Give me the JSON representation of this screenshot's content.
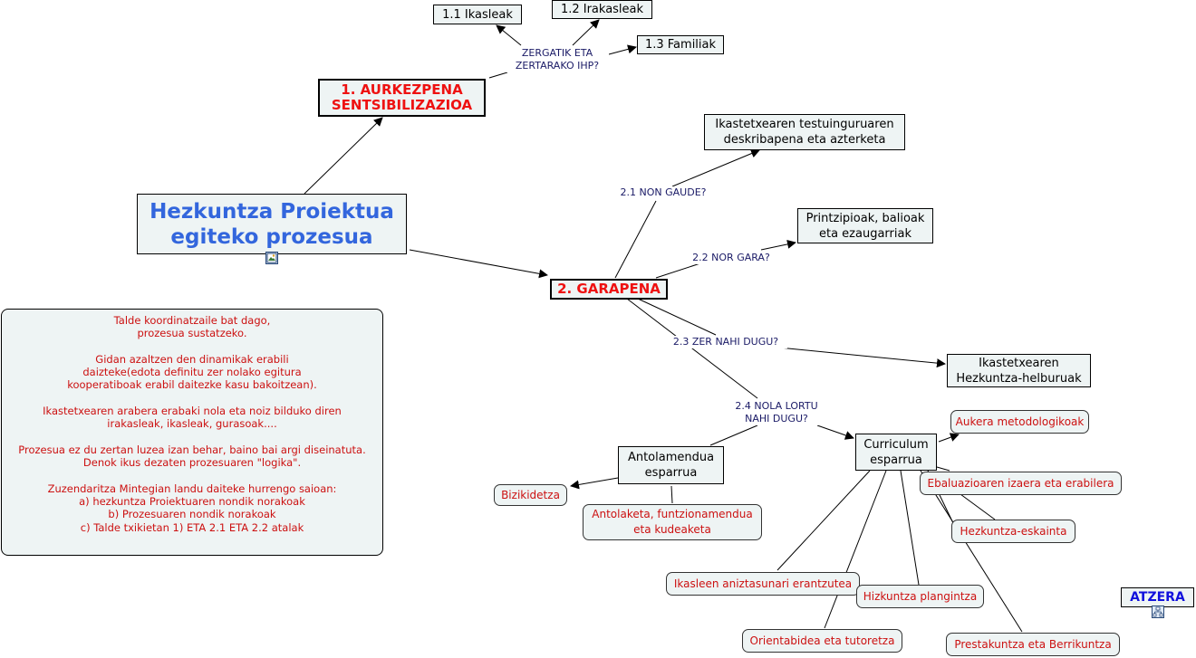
{
  "main": {
    "title": "Hezkuntza Proiektua\negiteko prozesua"
  },
  "nodes": {
    "aurkezpena": "1. AURKEZPENA\nSENTSIBILIZAZIOA",
    "ikasleak": "1.1 Ikasleak",
    "irakasleak": "1.2 Irakasleak",
    "familiak": "1.3 Familiak",
    "garapena": "2. GARAPENA",
    "testuingurua": "Ikastetxearen testuinguruaren\ndeskribapena eta azterketa",
    "printzipioak": "Printzipioak, balioak\neta ezaugarriak",
    "helburuak": "Ikastetxearen\nHezkuntza-helburuak",
    "antolamendua": "Antolamendua\nesparrua",
    "curriculum": "Curriculum\nesparrua",
    "bizikidetza": "Bizikidetza",
    "antolaketa": "Antolaketa, funtzionamendua\neta kudeaketa",
    "aukera": "Aukera metodologikoak",
    "ebaluazioa": "Ebaluazioaren izaera eta erabilera",
    "eskaintza": "Hezkuntza-eskainta",
    "aniztasuna": "Ikasleen aniztasunari erantzutea",
    "hizkuntza": "Hizkuntza plangintza",
    "orientabidea": "Orientabidea eta tutoretza",
    "prestakuntza": "Prestakuntza eta Berrikuntza"
  },
  "link_labels": {
    "zergatik": "ZERGATIK ETA\nZERTARAKO IHP?",
    "non_gaude": "2.1 NON GAUDE?",
    "nor_gara": "2.2 NOR GARA?",
    "zer_nahi": "2.3 ZER NAHI DUGU?",
    "nola_lortu": "2.4 NOLA LORTU\nNAHI DUGU?"
  },
  "note": {
    "text": "Talde koordinatzaile bat dago,\nprozesua sustatzeko.\n\nGidan azaltzen den dinamikak erabili\ndaizteke(edota definitu zer nolako egitura\nkooperatiboak erabil daitezke kasu bakoitzean).\n\nIkastetxearen arabera erabaki nola eta noiz bilduko diren\nirakasleak, ikasleak, gurasoak....\n\nProzesua ez du zertan luzea izan behar, baino bai argi diseinatuta.\nDenok ikus dezaten prozesuaren \"logika\".\n\nZuzendaritza Mintegian landu daiteke hurrengo saioan:\na) hezkuntza Proiektuaren nondik norakoak\nb) Prozesuaren nondik norakoak\nc) Talde txikietan 1) ETA 2.1 ETA 2.2 atalak"
  },
  "nav": {
    "atzera": "ATZERA"
  },
  "icons": {
    "main_icon": "image-icon",
    "atzera_icon": "sitemap-icon"
  },
  "colors": {
    "node_bg": "#eef4f4",
    "title_red": "#ee1111",
    "main_blue": "#3366dd",
    "label_navy": "#1a1a66",
    "atzera_blue": "#1111dd"
  }
}
